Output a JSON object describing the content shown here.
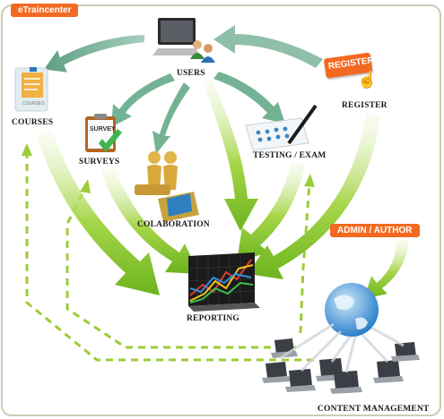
{
  "tags": {
    "etraincenter": "eTraincenter",
    "admin_author": "ADMIN / AUTHOR"
  },
  "nodes": {
    "users": "USERS",
    "courses": "COURSES",
    "surveys": "SURVEYS",
    "colaboration": "COLABORATION",
    "testing_exam": "TESTING / EXAM",
    "register": "REGISTER",
    "reporting": "REPORTING",
    "content_management": "CONTENT MANAGEMENT"
  },
  "icon_text": {
    "courses_doc": "COURSES",
    "survey_board": "SURVEY",
    "register_sign": "REGISTER"
  },
  "colors": {
    "orange_tag": "#f26a21",
    "teal_arrow": "#6fae93",
    "green_arrow": "#7cc42a",
    "dashed_line": "#9ccc3a",
    "frame_border": "#c9ccb6"
  }
}
